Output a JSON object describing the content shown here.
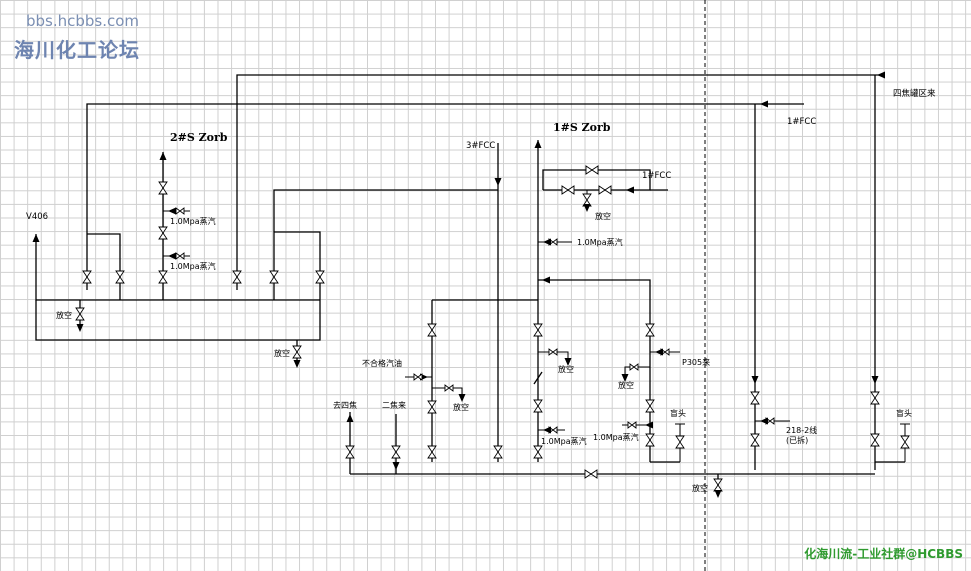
{
  "watermark": {
    "site_url": "bbs.hcbbs.com",
    "site_name": "海川化工论坛",
    "footer": "化海川流-工业社群@HCBBS"
  },
  "units": {
    "zorb2": "2#S Zorb",
    "zorb1": "1#S Zorb"
  },
  "labels": {
    "v406": "V406",
    "sijiaoguanqu": "四焦罐区来",
    "fcc1_top": "1#FCC",
    "fcc3": "3#FCC",
    "fcc1_mid": "1#FCC",
    "vent": "放空",
    "steam": "1.0Mpa蒸汽",
    "buhege": "不合格汽油",
    "qusijiao": "去四焦",
    "erjiaolai": "二焦来",
    "p305": "P305来",
    "mangtou": "盲头",
    "line_218": "218-2线",
    "yichai": "(已拆)"
  },
  "colors": {
    "line": "#000000",
    "grid": "#cfcfcf",
    "watermark_blue": "#6e84b0",
    "watermark_green": "#2f9a2f"
  }
}
